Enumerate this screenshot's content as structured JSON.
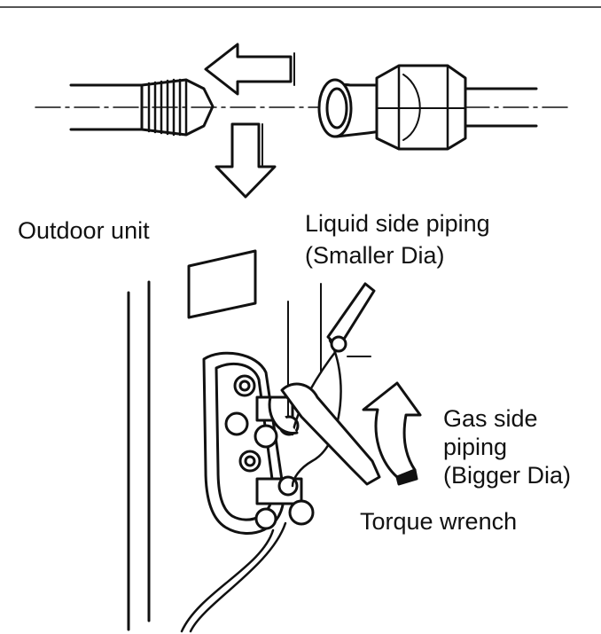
{
  "labels": {
    "outdoor_unit": "Outdoor unit",
    "liquid_line1": "Liquid side piping",
    "liquid_line2": "(Smaller Dia)",
    "gas_line1": "Gas side",
    "gas_line2": "piping",
    "gas_line3": "(Bigger Dia)",
    "torque_wrench": "Torque wrench"
  },
  "colors": {
    "ink": "#111111",
    "background": "#ffffff",
    "rule": "#555555"
  }
}
